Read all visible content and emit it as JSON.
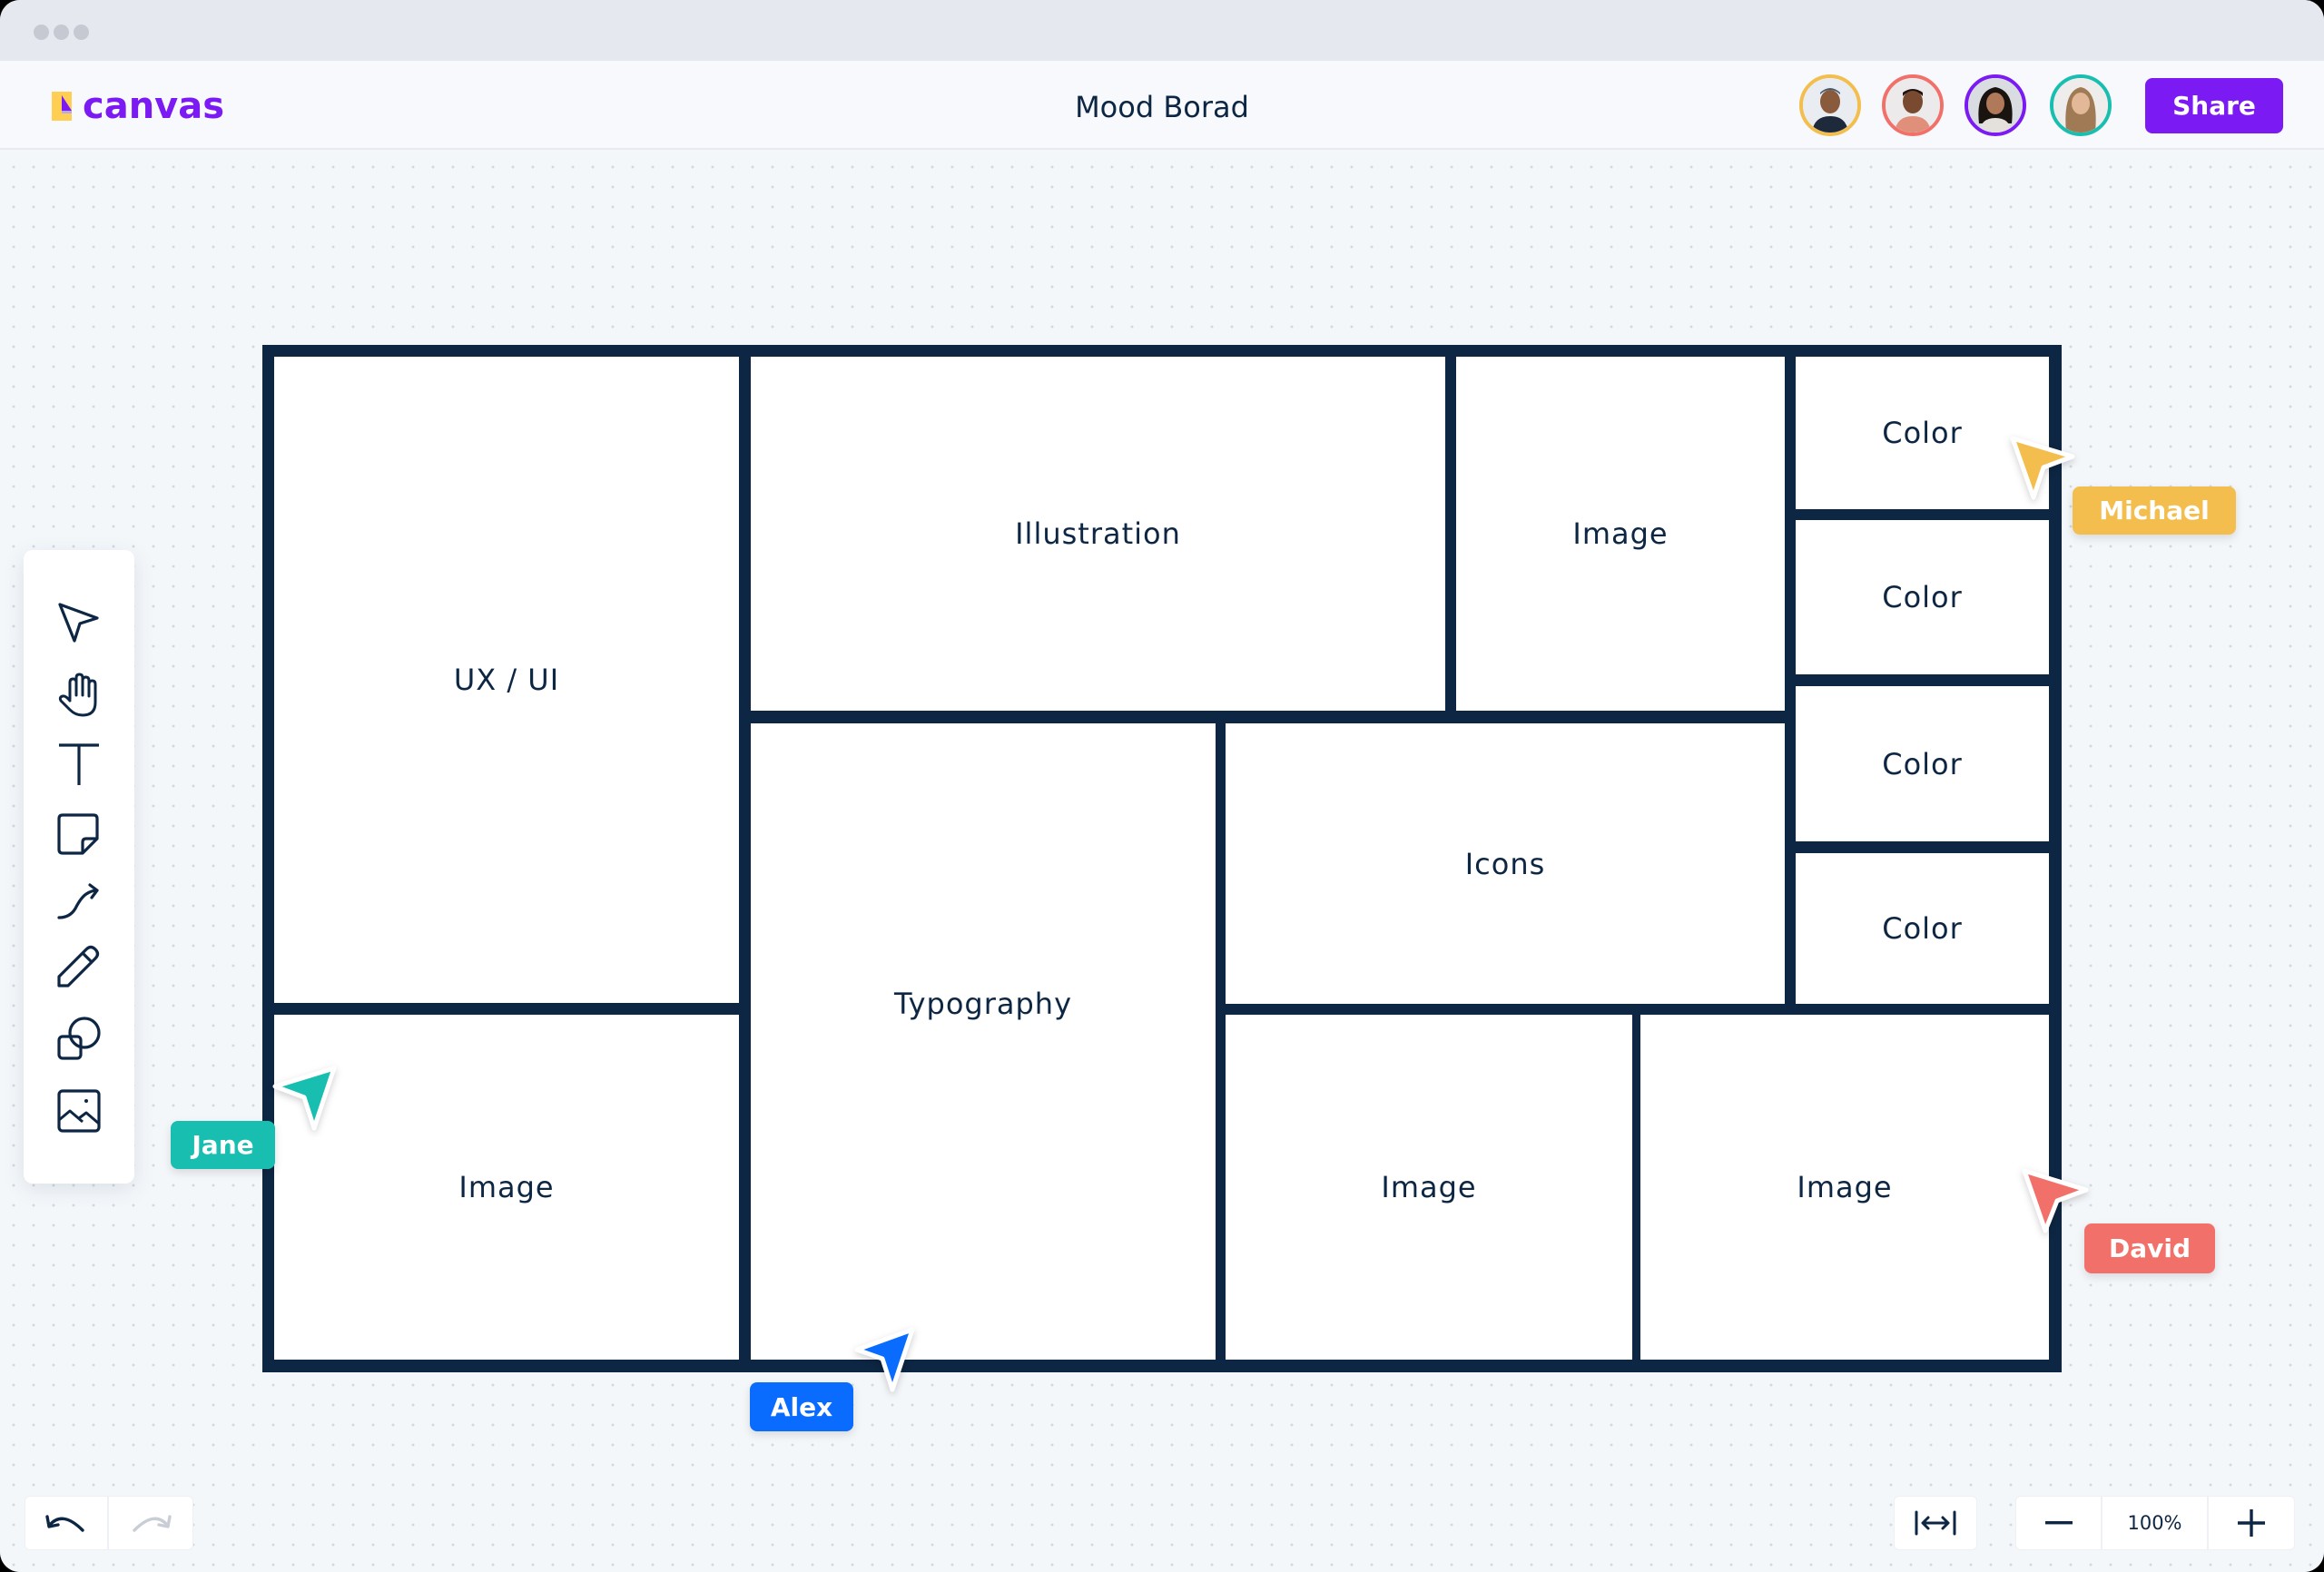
{
  "window": {
    "traffic_lights": [
      "close",
      "minimize",
      "maximize"
    ]
  },
  "header": {
    "logo_text": "canvas",
    "title": "Mood Borad",
    "share_label": "Share",
    "collaborators": [
      {
        "name": "collaborator-1",
        "ring_color": "#F4BE4F"
      },
      {
        "name": "collaborator-2",
        "ring_color": "#F2706A"
      },
      {
        "name": "collaborator-3",
        "ring_color": "#7B1AF2"
      },
      {
        "name": "collaborator-4",
        "ring_color": "#18BEB0"
      }
    ]
  },
  "toolbar": {
    "tools": [
      {
        "id": "select",
        "icon": "cursor-arrow-icon"
      },
      {
        "id": "hand",
        "icon": "hand-icon"
      },
      {
        "id": "text",
        "icon": "text-icon"
      },
      {
        "id": "sticky-note",
        "icon": "sticky-note-icon"
      },
      {
        "id": "connector",
        "icon": "connector-arrow-icon"
      },
      {
        "id": "pencil",
        "icon": "pencil-icon"
      },
      {
        "id": "shapes",
        "icon": "shapes-icon"
      },
      {
        "id": "image",
        "icon": "image-icon"
      }
    ]
  },
  "board": {
    "border_color": "#0D2643",
    "cells": [
      {
        "label": "UX / UI"
      },
      {
        "label": "Illustration"
      },
      {
        "label": "Image"
      },
      {
        "label": "Color"
      },
      {
        "label": "Color"
      },
      {
        "label": "Color"
      },
      {
        "label": "Color"
      },
      {
        "label": "Typography"
      },
      {
        "label": "Icons"
      },
      {
        "label": "Image"
      },
      {
        "label": "Image"
      },
      {
        "label": "Image"
      }
    ]
  },
  "cursors": [
    {
      "name": "Michael",
      "color": "#F4BE4F"
    },
    {
      "name": "Jane",
      "color": "#18BEB0"
    },
    {
      "name": "David",
      "color": "#F2706A"
    },
    {
      "name": "Alex",
      "color": "#0A6CFF"
    }
  ],
  "footer": {
    "undo": "undo-icon",
    "redo": "redo-icon",
    "fit_to_screen": "fit-width-icon",
    "zoom_out": "minus-icon",
    "zoom_level": "100%",
    "zoom_in": "plus-icon"
  },
  "colors": {
    "brand": "#7B1AF2",
    "ink": "#0D2643",
    "logo_yellow": "#FFCE52"
  }
}
